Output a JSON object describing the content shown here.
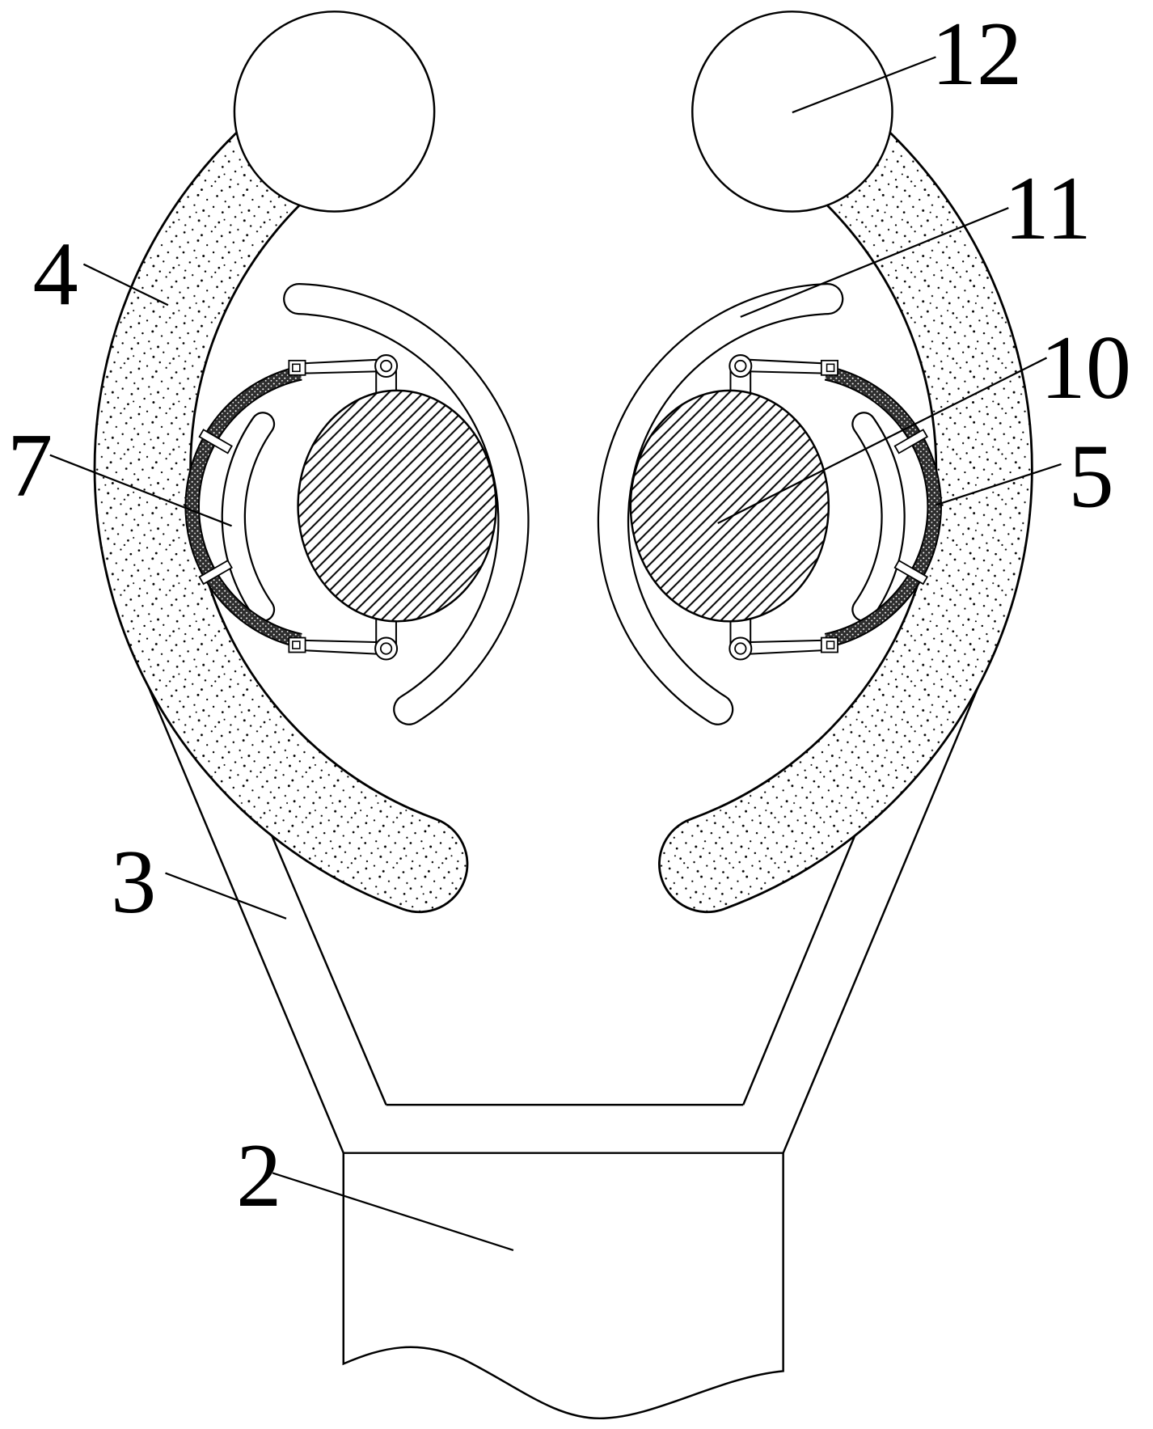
{
  "callouts": [
    {
      "text": "12"
    },
    {
      "text": "11"
    },
    {
      "text": "10"
    },
    {
      "text": "5"
    },
    {
      "text": "4"
    },
    {
      "text": "7"
    },
    {
      "text": "3"
    },
    {
      "text": "2"
    }
  ],
  "colors": {
    "ink": "#000000",
    "paper": "#ffffff"
  }
}
